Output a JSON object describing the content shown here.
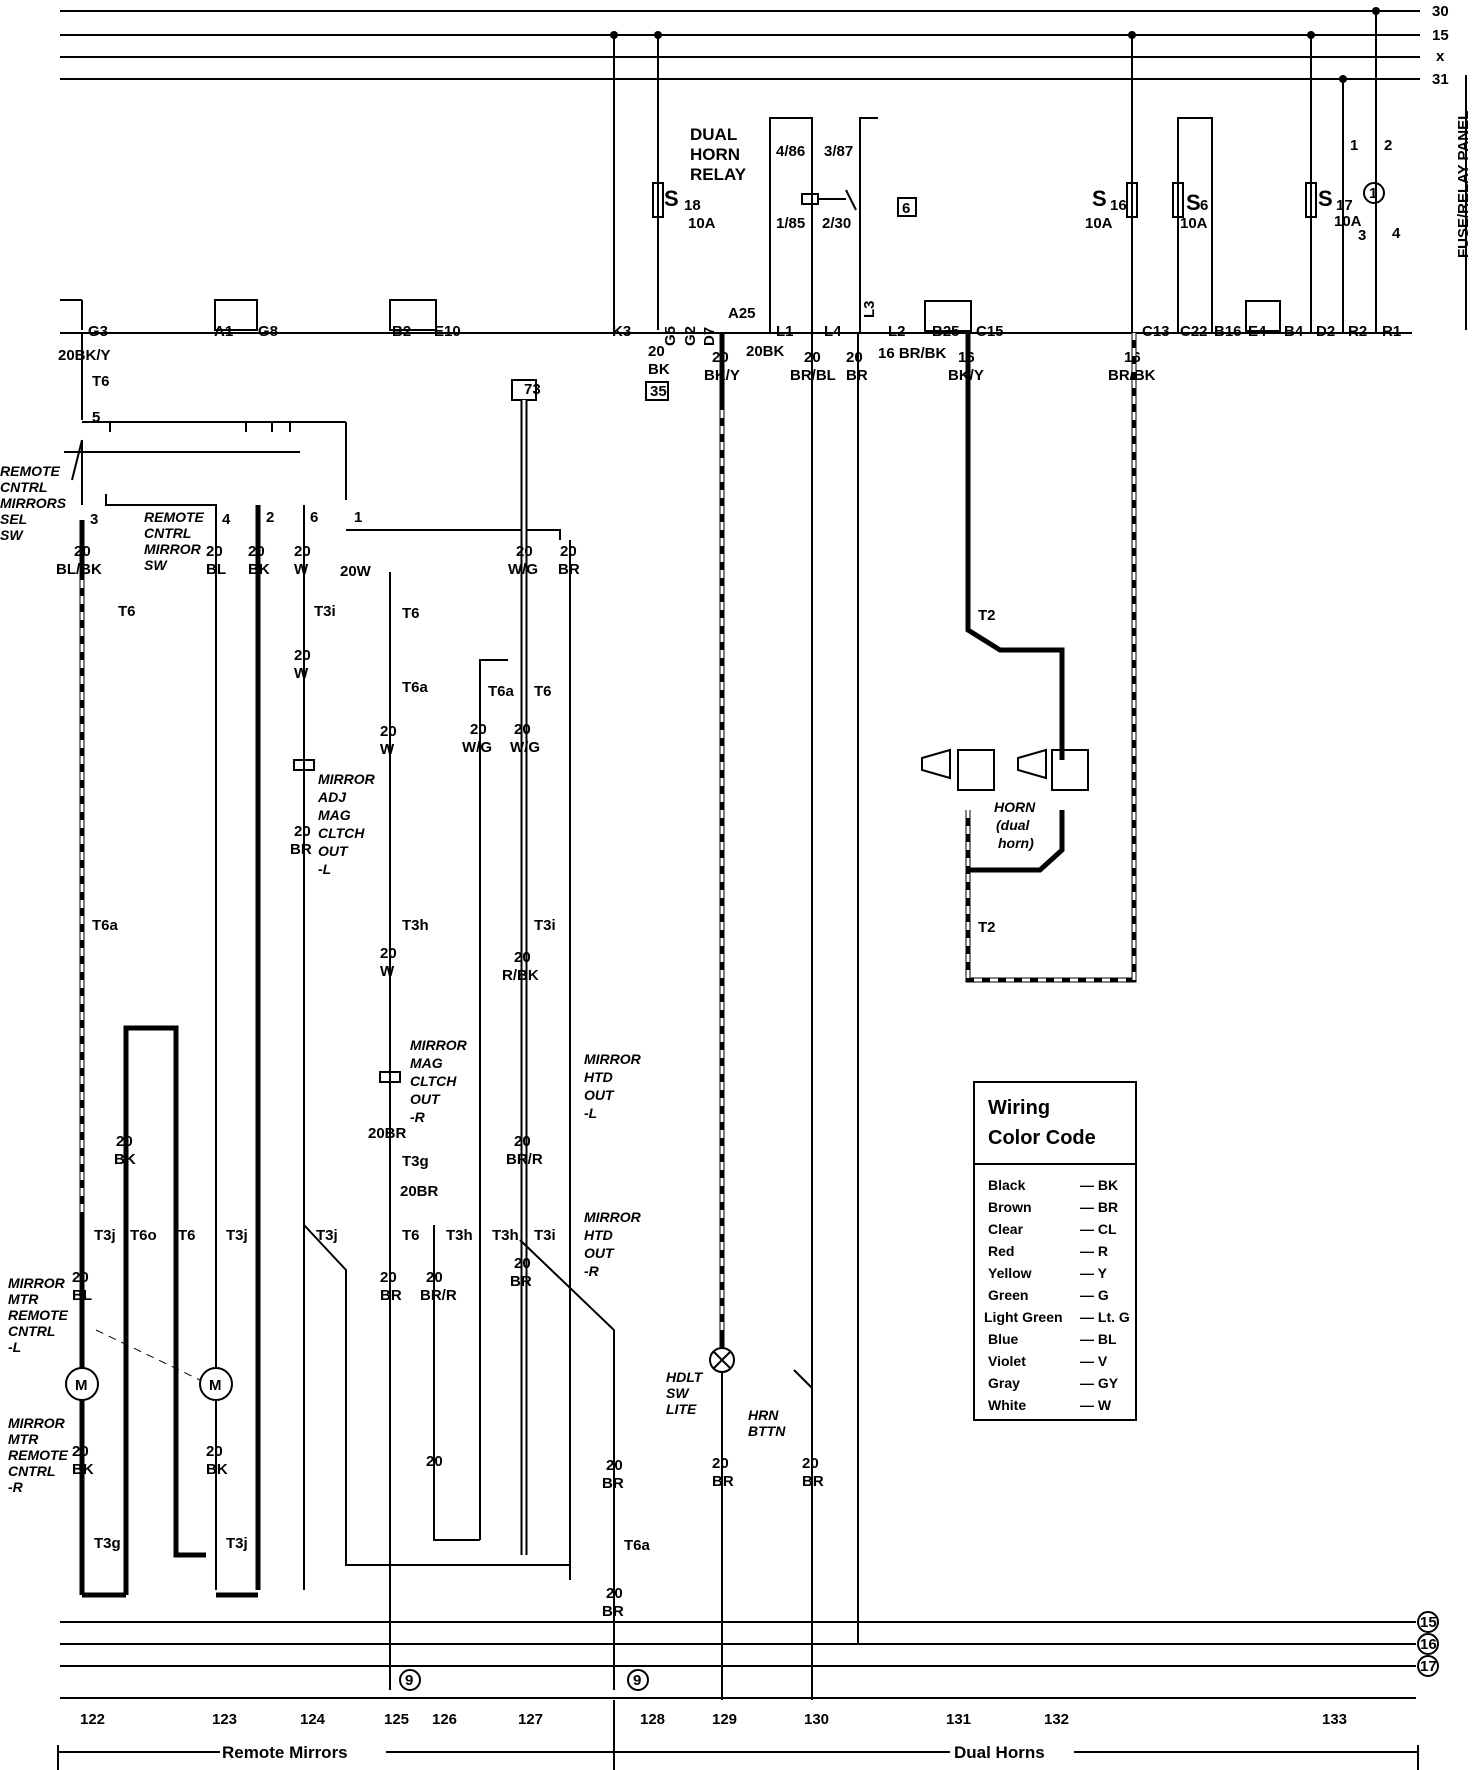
{
  "bus": {
    "labels": [
      "30",
      "15",
      "x",
      "31"
    ],
    "panel": "FUSE/RELAY PANEL"
  },
  "relay": {
    "title": [
      "DUAL",
      "HORN",
      "RELAY"
    ],
    "pins": [
      "4/86",
      "3/87",
      "1/85",
      "2/30"
    ],
    "ref": "6"
  },
  "fuses": [
    {
      "name": "S",
      "sub": "18",
      "rating": "10A"
    },
    {
      "name": "S",
      "sub": "16",
      "rating": "10A"
    },
    {
      "name": "S",
      "sub": "6",
      "rating": "10A"
    },
    {
      "name": "S",
      "sub": "17",
      "rating": "10A"
    }
  ],
  "panel_terminals": [
    "1",
    "2",
    "3",
    "4"
  ],
  "panel_ref": "1",
  "connectors": [
    "G3",
    "A1",
    "G8",
    "B2",
    "E10",
    "K3",
    "G5",
    "G2",
    "D7",
    "A25",
    "L1",
    "L4",
    "L3",
    "L2",
    "B25",
    "C15",
    "C13",
    "C22",
    "B16",
    "E4",
    "B4",
    "D2",
    "R2",
    "R1"
  ],
  "wires": {
    "g3": "20BK/Y",
    "g5": [
      "20",
      "BK"
    ],
    "g5_ref": "35",
    "a25": "20BK",
    "l1": [
      "20",
      "BK/Y"
    ],
    "l4": [
      "20",
      "BR/BL"
    ],
    "l3": [
      "20",
      "BR"
    ],
    "l2": "16 BR/BK",
    "c15": [
      "16",
      "BK/Y"
    ],
    "c13": [
      "16",
      "BR/BK"
    ],
    "ref73": "73",
    "sw3": [
      "20",
      "BL/BK"
    ],
    "sw4": [
      "20",
      "BL"
    ],
    "sw2": [
      "20",
      "BK"
    ],
    "sw6": [
      "20",
      "W"
    ],
    "wg": [
      "20",
      "W/G"
    ],
    "br": [
      "20",
      "BR"
    ],
    "w20": "20W",
    "w_a": [
      "20",
      "W"
    ],
    "w_b": [
      "20",
      "W"
    ],
    "wg_l": [
      "20",
      "W/G"
    ],
    "wg_r": [
      "20",
      "W/G"
    ],
    "br_a": [
      "20",
      "BR"
    ],
    "w_c": [
      "20",
      "W"
    ],
    "rbk": [
      "20",
      "R/BK"
    ],
    "br20": "20BR",
    "br20b": "20BR",
    "brr": [
      "20",
      "BR/R"
    ],
    "bl": [
      "20",
      "BL"
    ],
    "bk_m1": [
      "20",
      "BK"
    ],
    "bk_m2": [
      "20",
      "BK"
    ],
    "bk_loop": [
      "20",
      "BK"
    ],
    "br_b": [
      "20",
      "BR"
    ],
    "brr_b": [
      "20",
      "BR/R"
    ],
    "br_c": [
      "20",
      "BR"
    ],
    "n20": "20",
    "br_d": [
      "20",
      "BR"
    ],
    "br_e": [
      "20",
      "BR"
    ],
    "br_f": [
      "20",
      "BR"
    ],
    "br_g": [
      "20",
      "BR"
    ]
  },
  "switch_pins": [
    "5",
    "3",
    "4",
    "2",
    "6",
    "1"
  ],
  "terms": {
    "T6": "T6",
    "T6a": "T6a",
    "T3i": "T3i",
    "T3h": "T3h",
    "T3g": "T3g",
    "T3j": "T3j",
    "T2": "T2",
    "T6o": "T6o"
  },
  "components": {
    "sel_sw": [
      "REMOTE",
      "CNTRL",
      "MIRRORS",
      "SEL",
      "SW"
    ],
    "mirror_sw": [
      "REMOTE",
      "CNTRL",
      "MIRROR",
      "SW"
    ],
    "clutch_l": [
      "MIRROR",
      "ADJ",
      "MAG",
      "CLTCH",
      "OUT",
      "-L"
    ],
    "clutch_r": [
      "MIRROR",
      "MAG",
      "CLTCH",
      "OUT",
      "-R"
    ],
    "htd_l": [
      "MIRROR",
      "HTD",
      "OUT",
      "-L"
    ],
    "htd_r": [
      "MIRROR",
      "HTD",
      "OUT",
      "-R"
    ],
    "motor_l": [
      "MIRROR",
      "MTR",
      "REMOTE",
      "CNTRL",
      "-L"
    ],
    "motor_r": [
      "MIRROR",
      "MTR",
      "REMOTE",
      "CNTRL",
      "-R"
    ],
    "motor_symbol": "M",
    "horn": [
      "HORN",
      "(dual",
      "horn)"
    ],
    "hdlt": [
      "HDLT",
      "SW",
      "LITE"
    ],
    "hrn": [
      "HRN",
      "BTTN"
    ]
  },
  "legend": {
    "title": [
      "Wiring",
      "Color Code"
    ],
    "rows": [
      {
        "color": "Black",
        "code": "— BK"
      },
      {
        "color": "Brown",
        "code": "— BR"
      },
      {
        "color": "Clear",
        "code": "— CL"
      },
      {
        "color": "Red",
        "code": "— R"
      },
      {
        "color": "Yellow",
        "code": "— Y"
      },
      {
        "color": "Green",
        "code": "— G"
      },
      {
        "color": "Light Green",
        "code": "— Lt. G"
      },
      {
        "color": "Blue",
        "code": "— BL"
      },
      {
        "color": "Violet",
        "code": "— V"
      },
      {
        "color": "Gray",
        "code": "— GY"
      },
      {
        "color": "White",
        "code": "— W"
      }
    ]
  },
  "ground_labels": [
    "15",
    "16",
    "17"
  ],
  "ground_refs": [
    "9",
    "9"
  ],
  "grid": [
    "122",
    "123",
    "124",
    "125",
    "126",
    "127",
    "128",
    "129",
    "130",
    "131",
    "132",
    "133"
  ],
  "sections": [
    "Remote Mirrors",
    "Dual Horns"
  ]
}
